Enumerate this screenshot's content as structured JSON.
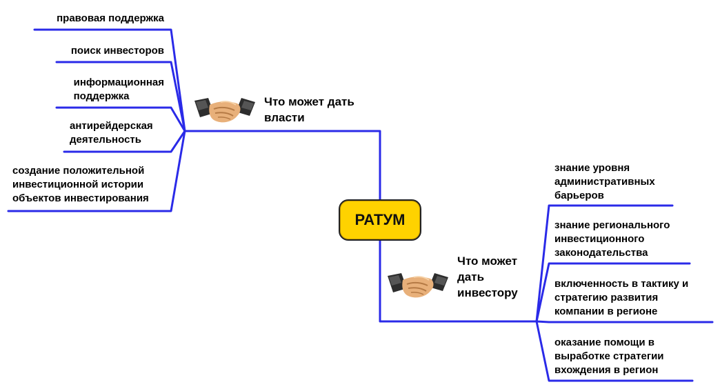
{
  "center": {
    "label": "РАТУМ"
  },
  "branches": [
    {
      "label_lines": [
        "Что может дать",
        "власти"
      ],
      "icon": "handshake-icon",
      "items": [
        {
          "lines": [
            "правовая поддержка"
          ]
        },
        {
          "lines": [
            "поиск инвесторов"
          ]
        },
        {
          "lines": [
            "информационная",
            "поддержка"
          ]
        },
        {
          "lines": [
            "антирейдерская",
            "деятельность"
          ]
        },
        {
          "lines": [
            "создание положительной",
            "инвестиционной истории",
            "объектов инвестирования"
          ]
        }
      ]
    },
    {
      "label_lines": [
        "Что может",
        "дать",
        "инвестору"
      ],
      "icon": "handshake-icon",
      "items": [
        {
          "lines": [
            "знание уровня",
            "административных",
            "барьеров"
          ]
        },
        {
          "lines": [
            "знание регионального",
            "инвестиционного",
            "законодательства"
          ]
        },
        {
          "lines": [
            "включенность в тактику и",
            "стратегию развития",
            "компании в регионе"
          ]
        },
        {
          "lines": [
            "оказание помощи в",
            "выработке стратегии",
            "вхождения в регион"
          ]
        }
      ]
    }
  ],
  "colors": {
    "line": "#2a2ae8",
    "center_fill": "#ffd200"
  }
}
